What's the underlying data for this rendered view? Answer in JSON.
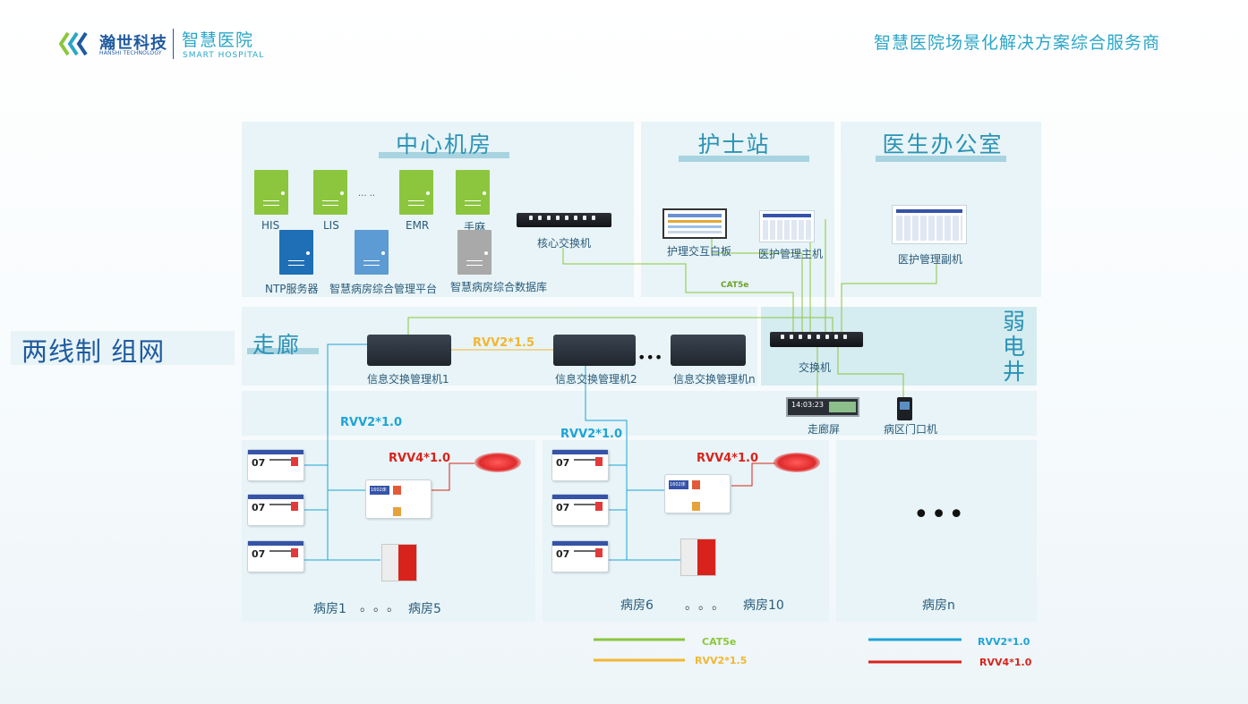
{
  "header": {
    "brand_name": "瀚世科技",
    "brand_en": "HANSHI TECHNOLOGY",
    "hospital": "智慧医院",
    "hospital_en": "SMART HOSPITAL",
    "tagline": "智慧医院场景化解决方案综合服务商"
  },
  "side_title": "两线制 组网",
  "panels": {
    "center_room": "中心机房",
    "nurse_station": "护士站",
    "doctor_office": "医生办公室",
    "corridor": "走廊",
    "weak_well": "弱电井"
  },
  "center_room": {
    "servers_top": [
      "HIS",
      "LIS",
      "EMR",
      "手麻"
    ],
    "servers_dots": "··· ··",
    "servers_bottom": [
      "NTP服务器",
      "智慧病房综合管理平台",
      "智慧病房综合数据库"
    ],
    "core_switch": "核心交换机"
  },
  "nurse_station": {
    "whiteboard": "护理交互白板",
    "host": "医护管理主机"
  },
  "doctor_office": {
    "sub_host": "医护管理副机"
  },
  "network": {
    "cat5e_label": "CAT5e",
    "switch": "交换机",
    "corridor_screen": "走廊屏",
    "corridor_screen_time": "14:03:23",
    "door_machine": "病区门口机"
  },
  "corridor": {
    "managers": [
      "信息交换管理机1",
      "信息交换管理机2",
      "信息交换管理机n"
    ],
    "manager_dots": "•••",
    "rvv15_label": "RVV2*1.5"
  },
  "wards": {
    "rvv10_label_left": "RVV2*1.0",
    "rvv10_label_mid": "RVV2*1.0",
    "rvv4_label_left": "RVV4*1.0",
    "rvv4_label_mid": "RVV4*1.0",
    "bed_number": "07",
    "room_number": "1602床",
    "ward_group_1": {
      "start": "病房1",
      "dots": "。。。",
      "end": "病房5"
    },
    "ward_group_2": {
      "start": "病房6",
      "dots": "。。。",
      "end": "病房10"
    },
    "ward_group_n": {
      "dots": "•••",
      "end": "病房n"
    }
  },
  "legend": [
    {
      "label": "CAT5e",
      "color": "#8cc63f"
    },
    {
      "label": "RVV2*1.5",
      "color": "#f2b632"
    },
    {
      "label": "RVV2*1.0",
      "color": "#1ea4d6"
    },
    {
      "label": "RVV4*1.0",
      "color": "#d8231c"
    }
  ],
  "colors": {
    "cat5e": "#8cc63f",
    "rvv15": "#f2b632",
    "rvv10": "#1ea4d6",
    "rvv40": "#d8231c",
    "brand": "#1f5a9e",
    "accent": "#2aa6c8"
  }
}
